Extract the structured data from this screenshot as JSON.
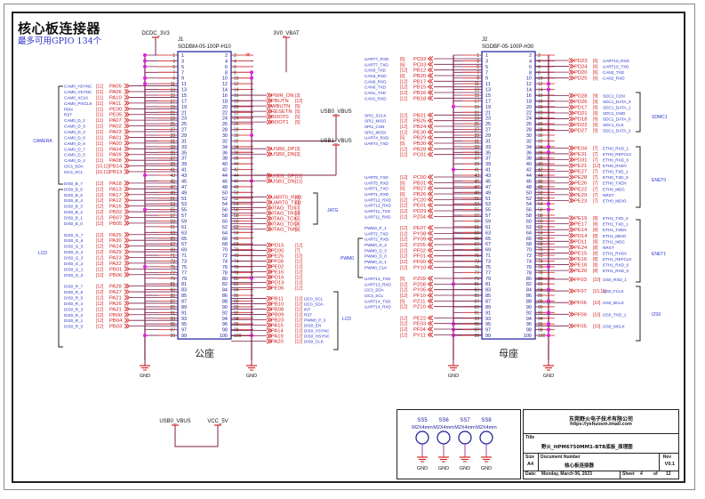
{
  "title": "核心板连接器",
  "subtitle": "最多可用GPIO 134个",
  "colors": {
    "net_label": "#d42020",
    "signal_text": "#2a35c8",
    "pin_box": "#1a1a9a",
    "wire": "#7a1f4a",
    "junction": "#e020e0",
    "frame": "#222222"
  },
  "power": {
    "dcdc": "DCDC_3V3",
    "vbat": "3V0_VBAT",
    "usb0_vbus": "USB0_VBUS",
    "usb1_vbus": "USB1_VBUS",
    "vcc_5v": "VCC_5V",
    "gnd": "GND"
  },
  "j1": {
    "ref": "J1",
    "part": "SGDBM-05-100P-H10",
    "caption": "公座"
  },
  "j2": {
    "ref": "J2",
    "part": "SGDBF-05-100P-H30",
    "caption": "母座"
  },
  "groups": {
    "camera": "CAMERA",
    "lcd": "LCD",
    "jatg": "JATG",
    "pwm0": "PWM0",
    "sdmc1": "SDMC1",
    "enet0": "ENET0",
    "enet1": "ENET1",
    "i2s0": "I2S0"
  },
  "j1_left": [
    {
      "sig": "CAM0_HSYNC",
      "ref": "[11]",
      "net": "PA05"
    },
    {
      "sig": "CAM0_VSYNC",
      "ref": "[11]",
      "net": "PA06"
    },
    {
      "sig": "CAM0_XCLK",
      "ref": "[11]",
      "net": "PA10"
    },
    {
      "sig": "CAM0_PIXCLK",
      "ref": "[11]",
      "net": "PA11"
    },
    {
      "sig": "PDN",
      "ref": "[11]",
      "net": "PE00"
    },
    {
      "sig": "RST",
      "ref": "[11]",
      "net": "PE05"
    },
    {
      "sig": "CAM0_D_2",
      "ref": "[11]",
      "net": "PA07"
    },
    {
      "sig": "CAM0_D_9",
      "ref": "[11]",
      "net": "PA02"
    },
    {
      "sig": "CAM0_D_3",
      "ref": "[11]",
      "net": "PA03"
    },
    {
      "sig": "CAM0_D_8",
      "ref": "[11]",
      "net": "PA01"
    },
    {
      "sig": "CAM0_D_6",
      "ref": "[11]",
      "net": "PA00"
    },
    {
      "sig": "CAM0_D_7",
      "ref": "[11]",
      "net": "PA04"
    },
    {
      "sig": "CAM0_D_5",
      "ref": "[11]",
      "net": "PA09"
    },
    {
      "sig": "CAM0_D_4",
      "ref": "[11]",
      "net": "PA08"
    },
    {
      "sig": "I2C3_SDA",
      "ref": "[10,11]",
      "net": "PB14"
    },
    {
      "sig": "I2C3_SCL",
      "ref": "[10,11]",
      "net": "PB13"
    },
    {
      "sig": "DIS0_B_7",
      "ref": "[12]",
      "net": "PA18"
    },
    {
      "sig": "DIS0_B_6",
      "ref": "[12]",
      "net": "PA13"
    },
    {
      "sig": "DIS0_B_5",
      "ref": "[12]",
      "net": "PA17"
    },
    {
      "sig": "DIS0_B_4",
      "ref": "[12]",
      "net": "PA12"
    },
    {
      "sig": "DIS0_B_3",
      "ref": "[12]",
      "net": "PA16"
    },
    {
      "sig": "DIS0_B_2",
      "ref": "[12]",
      "net": "PB02"
    },
    {
      "sig": "DIS0_B_1",
      "ref": "[12]",
      "net": "PB07"
    },
    {
      "sig": "DIS0_B_0",
      "ref": "[12]",
      "net": "PB05"
    },
    {
      "sig": "DIS0_G_7",
      "ref": "[12]",
      "net": "PA25"
    },
    {
      "sig": "DIS0_G_6",
      "ref": "[12]",
      "net": "PA30"
    },
    {
      "sig": "DIS0_G_5",
      "ref": "[12]",
      "net": "PA24"
    },
    {
      "sig": "DIS0_G_4",
      "ref": "[12]",
      "net": "PA29"
    },
    {
      "sig": "DIS0_G_3",
      "ref": "[12]",
      "net": "PA23"
    },
    {
      "sig": "DIS0_G_2",
      "ref": "[12]",
      "net": "PA22"
    },
    {
      "sig": "DIS0_G_1",
      "ref": "[12]",
      "net": "PB01"
    },
    {
      "sig": "DIS0_G_0",
      "ref": "[12]",
      "net": "PB06"
    },
    {
      "sig": "DIS0_R_7",
      "ref": "[12]",
      "net": "PA28"
    },
    {
      "sig": "DIS0_R_6",
      "ref": "[12]",
      "net": "PA27"
    },
    {
      "sig": "DIS0_R_5",
      "ref": "[12]",
      "net": "PA21"
    },
    {
      "sig": "DIS0_R_4",
      "ref": "[12]",
      "net": "PA26"
    },
    {
      "sig": "DIS0_R_3",
      "ref": "[12]",
      "net": "PA31"
    },
    {
      "sig": "DIS0_R_2",
      "ref": "[12]",
      "net": "PB00"
    },
    {
      "sig": "DIS0_R_1",
      "ref": "[12]",
      "net": "PB04"
    },
    {
      "sig": "DIS0_R_0",
      "ref": "[12]",
      "net": "PB03"
    }
  ],
  "j1_right": [
    {
      "net": "PWR_ON",
      "ref": "[3]"
    },
    {
      "net": "PBUTN",
      "ref": "[12]"
    },
    {
      "net": "WBUTN",
      "ref": "[5]"
    },
    {
      "net": "RESETN",
      "ref": "[5]"
    },
    {
      "net": "BOOT0",
      "ref": "[5]"
    },
    {
      "net": "BOOT1",
      "ref": "[5]"
    },
    {
      "net": "USB0_DP",
      "ref": "[3]"
    },
    {
      "net": "USB0_DN",
      "ref": "[3]"
    },
    {
      "net": "USB1_DP",
      "ref": "[11]"
    },
    {
      "net": "USB1_DN",
      "ref": "[11]"
    },
    {
      "net": "UART0_RXD",
      "ref": "[3]"
    },
    {
      "net": "UART0_TXD",
      "ref": "[3]"
    },
    {
      "net": "JTAG_TDI",
      "ref": "[3]"
    },
    {
      "net": "JTAG_TRST",
      "ref": "[3]"
    },
    {
      "net": "JTAG_TCK",
      "ref": "[3]"
    },
    {
      "net": "JTAG_TDO",
      "ref": "[3]"
    },
    {
      "net": "JTAG_TMS",
      "ref": "[3]"
    },
    {
      "net": "PD15",
      "ref": "[12]"
    },
    {
      "net": "PD30",
      "ref": "[7]"
    },
    {
      "net": "PE25",
      "ref": "[12]"
    },
    {
      "net": "PF08",
      "ref": "[12]"
    },
    {
      "net": "PE02",
      "ref": "[12]"
    },
    {
      "net": "PE16",
      "ref": "[12]"
    },
    {
      "net": "PD16",
      "ref": "[12]"
    },
    {
      "net": "PD19",
      "ref": "[12]"
    },
    {
      "net": "PE06",
      "ref": "[12]"
    },
    {
      "net": "PB11",
      "ref": "[12]",
      "sig": "I2C0_SCL"
    },
    {
      "net": "PB10",
      "ref": "[12]",
      "sig": "I2C0_SDA"
    },
    {
      "net": "PB08",
      "ref": "[12]",
      "sig": "INT"
    },
    {
      "net": "PB09",
      "ref": "[12]",
      "sig": "RST"
    },
    {
      "net": "PB23",
      "ref": "[12]",
      "sig": "PWM0_P_6"
    },
    {
      "net": "PA15",
      "ref": "[12]",
      "sig": "DIS0_EN"
    },
    {
      "net": "PA14",
      "ref": "[12]",
      "sig": "DIS0_VSYNC"
    },
    {
      "net": "PA19",
      "ref": "[12]",
      "sig": "DIS0_HSYNC"
    },
    {
      "net": "PA20",
      "ref": "[12]",
      "sig": "DIS0_CLK"
    }
  ],
  "j2_left": [
    {
      "sig": "UART7_RXD",
      "ref": "[6]",
      "net": "PC02"
    },
    {
      "sig": "UART7_TXD",
      "ref": "[6]",
      "net": "PC03"
    },
    {
      "sig": "CAN3_TXD",
      "ref": "[12]",
      "net": "PB12"
    },
    {
      "sig": "CAN3_RXD",
      "ref": "[6]",
      "net": "PB20"
    },
    {
      "sig": "CAN0_RXD",
      "ref": "[12]",
      "net": "PB17"
    },
    {
      "sig": "CAN0_TXD",
      "ref": "[12]",
      "net": "PB15"
    },
    {
      "sig": "CAN1_TXD",
      "ref": "[12]",
      "net": "PB16"
    },
    {
      "sig": "CAN1_RXD",
      "ref": "[12]",
      "net": "PB18"
    },
    {
      "sig": "SPI2_SCLK",
      "ref": "[12]",
      "net": "PB21"
    },
    {
      "sig": "SPI2_MISO",
      "ref": "[12]",
      "net": "PB25"
    },
    {
      "sig": "SPI2_CSN",
      "ref": "[12]",
      "net": "PB24"
    },
    {
      "sig": "SPI2_MOSI",
      "ref": "[12]",
      "net": "PE30"
    },
    {
      "sig": "UART4_RXD",
      "ref": "[5]",
      "net": "PB29"
    },
    {
      "sig": "UART4_TXD",
      "ref": "[5]",
      "net": "PB30"
    },
    {
      "sig": "",
      "ref": "[12]",
      "net": "PB28"
    },
    {
      "sig": "",
      "ref": "[12]",
      "net": "PC01"
    },
    {
      "sig": "UART5_TXD",
      "ref": "[12]",
      "net": "PC00"
    },
    {
      "sig": "UART5_RXD",
      "ref": "[5]",
      "net": "PB31"
    },
    {
      "sig": "UART1_TXD",
      "ref": "[6]",
      "net": "PB27"
    },
    {
      "sig": "UART1_RXD",
      "ref": "[6]",
      "net": "PB26"
    },
    {
      "sig": "UART12_RXD",
      "ref": "[12]",
      "net": "PC20"
    },
    {
      "sig": "UART12_RXD",
      "ref": "[12]",
      "net": "PE01"
    },
    {
      "sig": "UART11_TXD",
      "ref": "[12]",
      "net": "PD29"
    },
    {
      "sig": "UART11_RXD",
      "ref": "[12]",
      "net": "PZ04"
    },
    {
      "sig": "PWM3_P_1",
      "ref": "[12]",
      "net": "PE07"
    },
    {
      "sig": "UART2_TXD",
      "ref": "[12]",
      "net": "PY08"
    },
    {
      "sig": "UART2_RXD",
      "ref": "[12]",
      "net": "PY09"
    },
    {
      "sig": "PWM0_D_2",
      "ref": "[12]",
      "net": "PZ05"
    },
    {
      "sig": "PWM0_D_3",
      "ref": "[12]",
      "net": "PF02"
    },
    {
      "sig": "PWM0_D_0",
      "ref": "[12]",
      "net": "PF01"
    },
    {
      "sig": "PWM0_D_1",
      "ref": "[12]",
      "net": "PF00"
    },
    {
      "sig": "PWM0_CLK",
      "ref": "[12]",
      "net": "PY10"
    },
    {
      "sig": "UART13_TXD",
      "ref": "[5]",
      "net": "PZ09"
    },
    {
      "sig": "UART13_RXD",
      "ref": "[12]",
      "net": "PZ08"
    },
    {
      "sig": "I2C3_SDA",
      "ref": "[12]",
      "net": "PY05"
    },
    {
      "sig": "I2C3_SCL",
      "ref": "[12]",
      "net": "PF10"
    },
    {
      "sig": "UART14_TXD",
      "ref": "[5]",
      "net": "PZ11"
    },
    {
      "sig": "UART14_RXD",
      "ref": "[12]",
      "net": "PZ10"
    },
    {
      "sig": "",
      "ref": "[12]",
      "net": "PE22"
    },
    {
      "sig": "",
      "ref": "[12]",
      "net": "PE03"
    },
    {
      "sig": "",
      "ref": "[12]",
      "net": "PF04"
    },
    {
      "sig": "",
      "ref": "[12]",
      "net": "PY11"
    }
  ],
  "j2_right": [
    {
      "net": "PD23",
      "ref": "[6]",
      "sig": "UART10_RXD"
    },
    {
      "net": "PD24",
      "ref": "[6]",
      "sig": "UART10_TXD"
    },
    {
      "net": "PD20",
      "ref": "[6]",
      "sig": "CAN2_TXD"
    },
    {
      "net": "PD25",
      "ref": "[6]",
      "sig": "CAN2_RXD"
    },
    {
      "net": "PD28",
      "ref": "[9]",
      "sig": "SDC1_CDN"
    },
    {
      "net": "PD26",
      "ref": "[9]",
      "sig": "SDC1_DATA_3"
    },
    {
      "net": "PD17",
      "ref": "[9]",
      "sig": "SDC1_DATA_1"
    },
    {
      "net": "PD21",
      "ref": "[9]",
      "sig": "SDC1_CMD"
    },
    {
      "net": "PD18",
      "ref": "[9]",
      "sig": "SDC1_DATA_0"
    },
    {
      "net": "PD22",
      "ref": "[9]",
      "sig": "SDC1_CLK"
    },
    {
      "net": "PD27",
      "ref": "[9]",
      "sig": "SDC1_DATA_2"
    },
    {
      "net": "PE04",
      "ref": "[7]",
      "sig": "ETH0_RXD_1"
    },
    {
      "net": "PE31",
      "ref": "[7]",
      "sig": "ETH0_REFCLK"
    },
    {
      "net": "PD31",
      "ref": "[7]",
      "sig": "ETH0_RXD_0"
    },
    {
      "net": "PE21",
      "ref": "[12]",
      "sig": "ETH0_RXDV"
    },
    {
      "net": "PE27",
      "ref": "[7]",
      "sig": "ETH0_TXD_1"
    },
    {
      "net": "PE28",
      "ref": "[7]",
      "sig": "ETH0_TXD_0"
    },
    {
      "net": "PE26",
      "ref": "[7]",
      "sig": "ETH0_TXEN"
    },
    {
      "net": "PE22",
      "ref": "[7]",
      "sig": "ETH0_MDC"
    },
    {
      "net": "PE29",
      "ref": "[7]",
      "sig": "NRST"
    },
    {
      "net": "PE23",
      "ref": "[7]",
      "sig": "ETH0_MDIO"
    },
    {
      "net": "PE19",
      "ref": "[8]",
      "sig": "ETH1_TXD_0"
    },
    {
      "net": "PE17",
      "ref": "[8]",
      "sig": "ETH1_TXD_1"
    },
    {
      "net": "PE14",
      "ref": "[8]",
      "sig": "ETH1_TXEN"
    },
    {
      "net": "PD14",
      "ref": "[8]",
      "sig": "ETH1_MDIO"
    },
    {
      "net": "PD11",
      "ref": "[8]",
      "sig": "ETH1_MDC"
    },
    {
      "net": "PE24",
      "ref": "[8]",
      "sig": "NRST"
    },
    {
      "net": "PE15",
      "ref": "[8]",
      "sig": "ETH1_RXDV"
    },
    {
      "net": "PE16",
      "ref": "[8]",
      "sig": "ETH1_REFCLK"
    },
    {
      "net": "PE18",
      "ref": "[8]",
      "sig": "ETH1_RXD_0"
    },
    {
      "net": "PE20",
      "ref": "[8]",
      "sig": "ETH1_RXD_0"
    },
    {
      "net": "PF03",
      "ref": "[10]",
      "sig": "I2S0_RXD_1"
    },
    {
      "net": "PF07",
      "ref": "[10,11]",
      "sig": "I2S0_FCLK"
    },
    {
      "net": "PF06",
      "ref": "[10]",
      "sig": "I2S0_BCLK"
    },
    {
      "net": "PF09",
      "ref": "[10]",
      "sig": "I2S0_TXD_1"
    },
    {
      "net": "PF05",
      "ref": "[10]",
      "sig": "I2S0_MCLK"
    }
  ],
  "standoffs": [
    {
      "ref": "SS5",
      "value": "M2X4mm"
    },
    {
      "ref": "SS6",
      "value": "M2X4mm"
    },
    {
      "ref": "SS7",
      "value": "M2X4mm"
    },
    {
      "ref": "SS8",
      "value": "M2X4mm"
    }
  ],
  "title_block": {
    "company": "东莞野火电子技术有限公司",
    "url": "https://yehuosm.tmall.com",
    "title_label": "Title",
    "title": "野火_HPM6750MM1-BTB底板_原理图",
    "size_label": "Size",
    "size": "A4",
    "docnum_label": "Document Number",
    "docnum": "核心板连接器",
    "rev_label": "Rev",
    "rev": "V0.1",
    "date_label": "Date:",
    "date": "Monday, March 06, 2023",
    "sheet_label": "Sheet",
    "sheet": "4",
    "of_label": "of",
    "total": "12"
  }
}
